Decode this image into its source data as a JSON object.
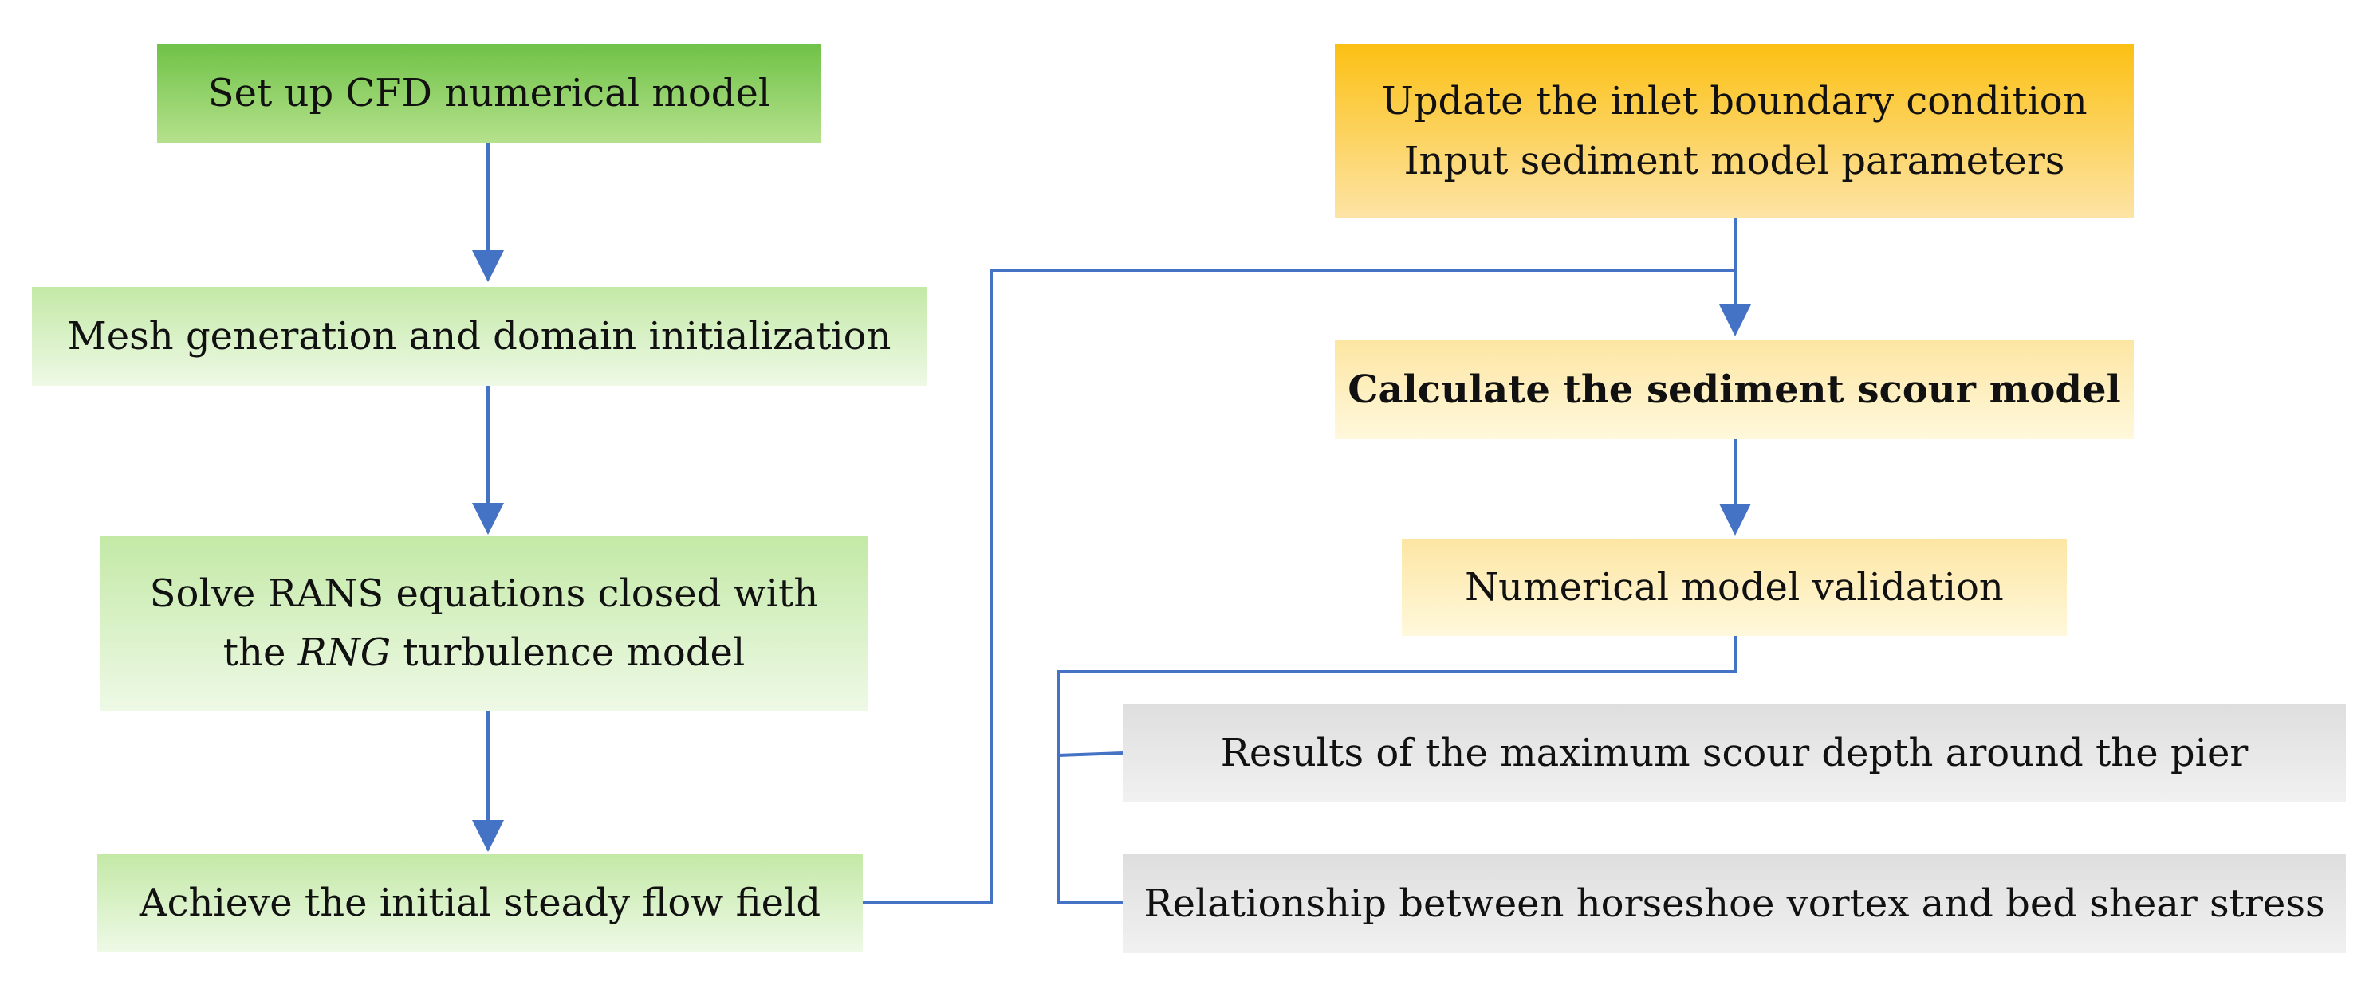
{
  "left_column": {
    "setup": "Set up CFD numerical model",
    "mesh": "Mesh generation and domain initialization",
    "solve_line1": "Solve RANS equations closed with",
    "solve_line2_prefix": "the ",
    "solve_line2_italic": "RNG",
    "solve_line2_suffix": " turbulence model",
    "achieve": "Achieve the initial steady flow field"
  },
  "right_column": {
    "update_line1": "Update the inlet boundary condition",
    "update_line2": "Input sediment model parameters",
    "calculate": "Calculate the sediment scour model",
    "validation": "Numerical model validation"
  },
  "results": {
    "max_scour": "Results of the maximum scour depth around the pier",
    "relationship": "Relationship between horseshoe vortex and bed shear stress"
  },
  "colors": {
    "arrow": "#4472c4",
    "green_dark": "#6fc247",
    "green_light": "#c3e9a6",
    "orange_dark": "#fcc013",
    "orange_light": "#fde6a3",
    "gray": "#dedede"
  }
}
